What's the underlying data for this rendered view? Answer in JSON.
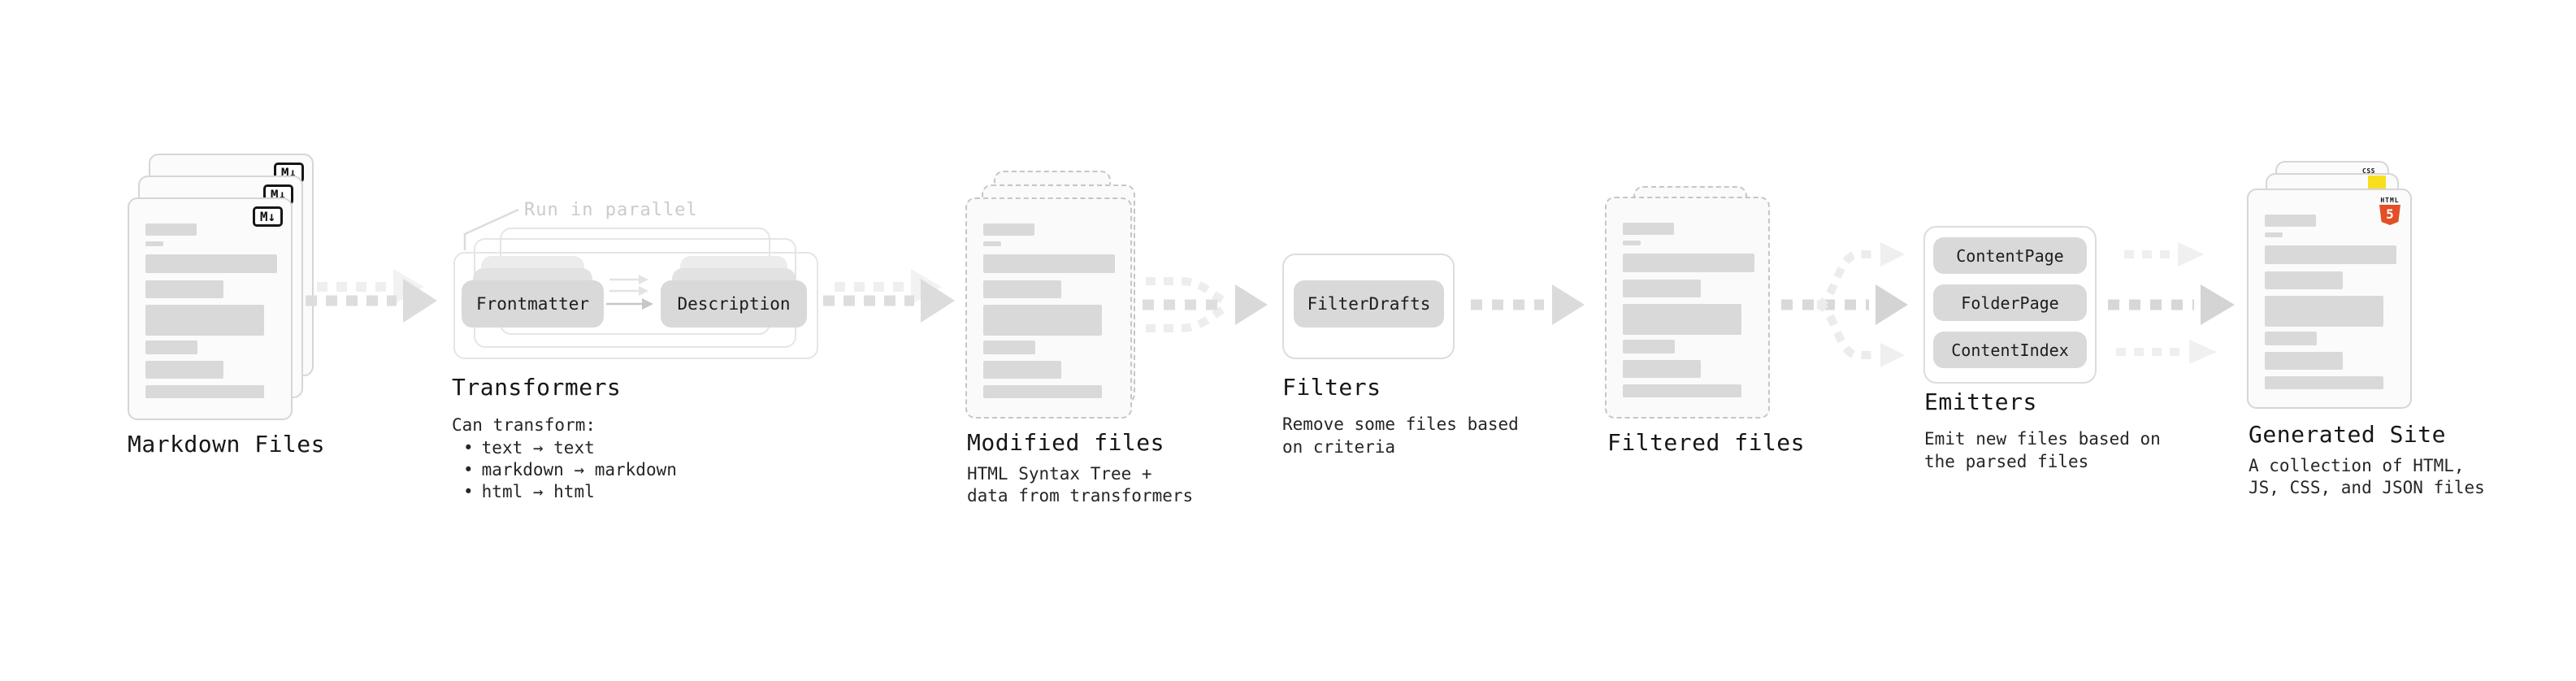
{
  "diagram": {
    "nodes": {
      "markdown_files": {
        "label": "Markdown Files",
        "badge": "M↓",
        "file_count": 3
      },
      "transformers": {
        "label": "Transformers",
        "annotation": "Run in parallel",
        "pills": [
          "Frontmatter",
          "Description"
        ],
        "note_heading": "Can transform:",
        "bullet_char": "•",
        "bullets": [
          "text → text",
          "markdown → markdown",
          "html → html"
        ]
      },
      "modified_files": {
        "label": "Modified files",
        "note_lines": [
          "HTML Syntax Tree +",
          "data from transformers"
        ]
      },
      "filters": {
        "label": "Filters",
        "pills": [
          "FilterDrafts"
        ],
        "note_lines": [
          "Remove some files based",
          "on criteria"
        ]
      },
      "filtered_files": {
        "label": "Filtered files"
      },
      "emitters": {
        "label": "Emitters",
        "pills": [
          "ContentPage",
          "FolderPage",
          "ContentIndex"
        ],
        "note_lines": [
          "Emit new files based on",
          "the parsed files"
        ]
      },
      "generated_site": {
        "label": "Generated Site",
        "note_lines": [
          "A collection of HTML,",
          "JS, CSS, and JSON files"
        ],
        "badges": {
          "html5_wordmark": "HTML",
          "html5_numeral": "5",
          "css_wordmark": "CSS"
        }
      }
    },
    "colors": {
      "html5_orange": "#e34f26",
      "js_yellow": "#f7df1e",
      "css_blue": "#2b6fe3",
      "card_fill": "#fafafa",
      "card_border": "#c6c6c6",
      "pill_fill": "#d9d9d9",
      "arrow_gray": "#dcdcdc",
      "faint_arrow_gray": "#efefef",
      "text_dark": "#161616",
      "annotation_gray": "#cbcbcb"
    }
  }
}
